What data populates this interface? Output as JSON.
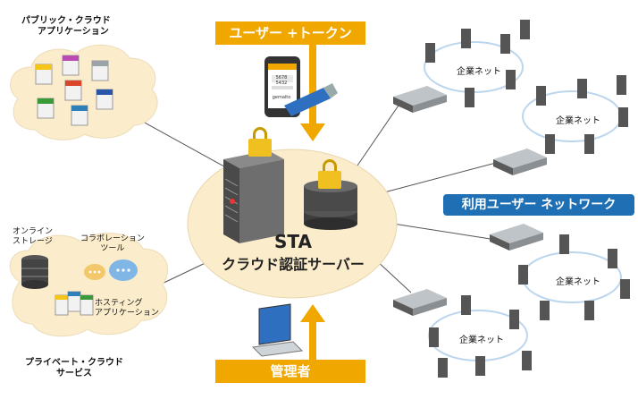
{
  "public_cloud": {
    "line1": "パブリック・クラウド",
    "line2": "アプリケーション"
  },
  "private_cloud": {
    "line1": "プライベート・クラウド",
    "line2": "サービス"
  },
  "online_storage": {
    "line1": "オンライン",
    "line2": "ストレージ"
  },
  "collab_tool": {
    "line1": "コラボレーション",
    "line2": "ツール"
  },
  "hosting_app": {
    "line1": "ホスティング",
    "line2": "アプリケーション"
  },
  "user_token_banner": "ユーザー +トークン",
  "admin_banner": "管理者",
  "sta": {
    "title": "STA",
    "subtitle": "クラウド認証サーバー"
  },
  "user_network_label": "利用ユーザー ネットワーク",
  "enterprise_net_labels": [
    "企業ネット",
    "企業ネット",
    "企業ネット",
    "企業ネット"
  ],
  "token_screen": {
    "line1": "5678 5432",
    "line2": "gemalto"
  },
  "colors": {
    "banner": "#f0a800",
    "pill": "#1f6fb5",
    "cloud_fill": "#fbeccb",
    "center_fill": "#fbeccb"
  }
}
